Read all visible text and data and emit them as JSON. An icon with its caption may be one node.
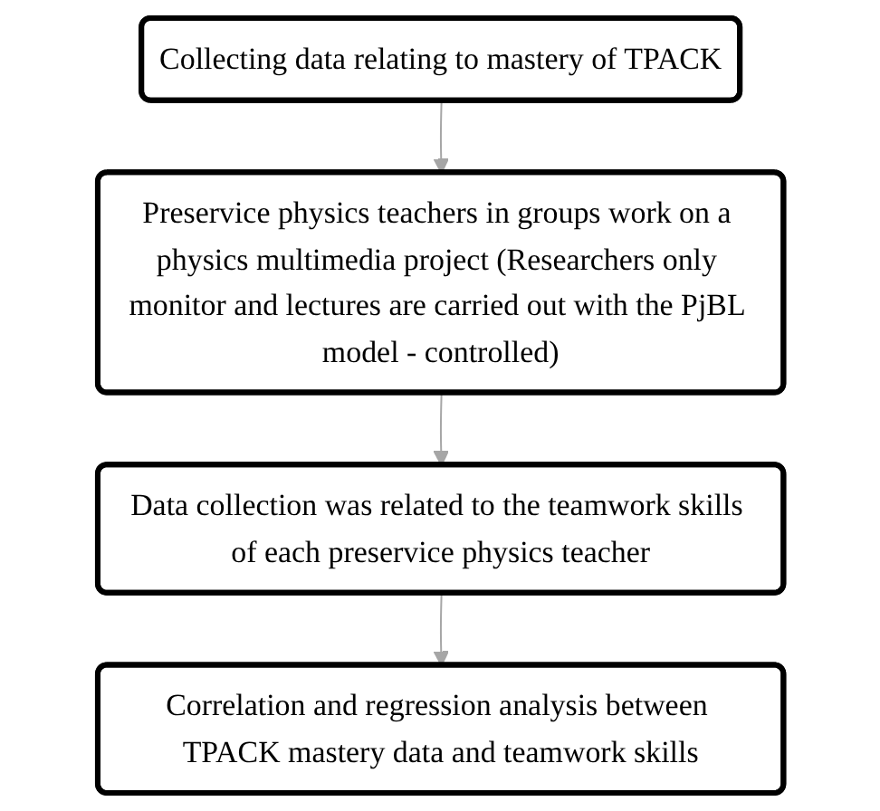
{
  "diagram": {
    "nodes": [
      {
        "text": [
          "Collecting data relating to mastery of TPACK"
        ]
      },
      {
        "text": [
          "Preservice physics teachers in groups work on a physics multimedia project (Researchers only monitor and lectures are carried out with the PjBL model - controlled)"
        ]
      },
      {
        "text": [
          "Data collection was related to the teamwork skills of each preservice physics teacher"
        ]
      },
      {
        "text": [
          "Correlation and regression analysis between TPACK mastery data and teamwork skills"
        ]
      }
    ],
    "edges": [
      {
        "from": 0,
        "to": 1,
        "arrow": "to",
        "color": "#a6a6a6"
      },
      {
        "from": 1,
        "to": 2,
        "arrow": "to",
        "color": "#a6a6a6"
      },
      {
        "from": 2,
        "to": 3,
        "arrow": "to",
        "color": "#a6a6a6"
      }
    ]
  }
}
